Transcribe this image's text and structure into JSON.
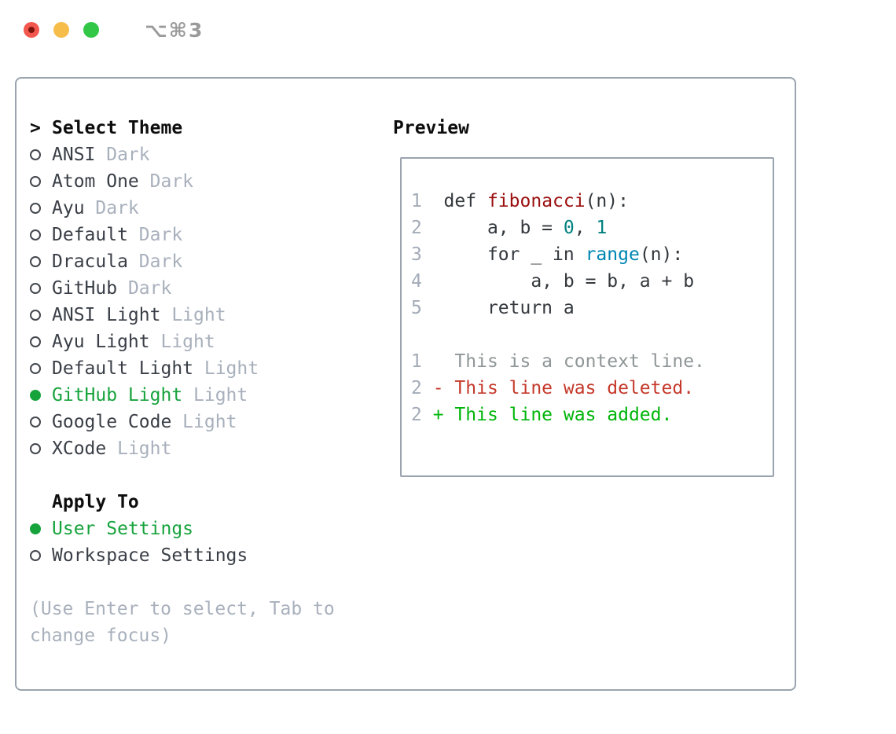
{
  "titlebar": {
    "title": "⌥⌘3",
    "traffic_lights": [
      "close",
      "minimize",
      "zoom"
    ]
  },
  "theme_list": {
    "header_marker": ">",
    "header": "Select Theme",
    "items": [
      {
        "name": "ANSI",
        "variant": "Dark",
        "selected": false
      },
      {
        "name": "Atom One",
        "variant": "Dark",
        "selected": false
      },
      {
        "name": "Ayu",
        "variant": "Dark",
        "selected": false
      },
      {
        "name": "Default",
        "variant": "Dark",
        "selected": false
      },
      {
        "name": "Dracula",
        "variant": "Dark",
        "selected": false
      },
      {
        "name": "GitHub",
        "variant": "Dark",
        "selected": false
      },
      {
        "name": "ANSI Light",
        "variant": "Light",
        "selected": false
      },
      {
        "name": "Ayu Light",
        "variant": "Light",
        "selected": false
      },
      {
        "name": "Default Light",
        "variant": "Light",
        "selected": false
      },
      {
        "name": "GitHub Light",
        "variant": "Light",
        "selected": true
      },
      {
        "name": "Google Code",
        "variant": "Light",
        "selected": false
      },
      {
        "name": "XCode",
        "variant": "Light",
        "selected": false
      }
    ]
  },
  "apply_to": {
    "header": "Apply To",
    "options": [
      {
        "name": "User Settings",
        "selected": true
      },
      {
        "name": "Workspace Settings",
        "selected": false
      }
    ]
  },
  "hint": "(Use Enter to select, Tab to change focus)",
  "preview": {
    "header": "Preview",
    "lines": [
      {
        "kind": "code",
        "segs": [
          [
            "1",
            "ln"
          ],
          [
            "  def ",
            "code"
          ],
          [
            "fibonacci",
            "title"
          ],
          [
            "(n):",
            "code"
          ]
        ]
      },
      {
        "kind": "code",
        "segs": [
          [
            "2",
            "ln"
          ],
          [
            "      a, b = ",
            "code"
          ],
          [
            "0",
            "num"
          ],
          [
            ", ",
            "code"
          ],
          [
            "1",
            "num"
          ]
        ]
      },
      {
        "kind": "code",
        "segs": [
          [
            "3",
            "ln"
          ],
          [
            "      for _ in ",
            "code"
          ],
          [
            "range",
            "builtin"
          ],
          [
            "(n):",
            "code"
          ]
        ]
      },
      {
        "kind": "code",
        "segs": [
          [
            "4",
            "ln"
          ],
          [
            "          a, b = b, a + b",
            "code"
          ]
        ]
      },
      {
        "kind": "code",
        "segs": [
          [
            "5",
            "ln"
          ],
          [
            "      return a",
            "code"
          ]
        ]
      },
      {
        "kind": "blank",
        "segs": []
      },
      {
        "kind": "diff-context",
        "segs": [
          [
            "1",
            "ln"
          ],
          [
            "   This is a context line.",
            "ctx"
          ]
        ]
      },
      {
        "kind": "diff-deleted",
        "segs": [
          [
            "2",
            "ln"
          ],
          [
            " - This line was deleted.",
            "del"
          ]
        ]
      },
      {
        "kind": "diff-added",
        "segs": [
          [
            "2",
            "ln"
          ],
          [
            " + This line was added.",
            "add"
          ]
        ]
      }
    ]
  },
  "colors": {
    "panel_border": "#9aa3ae",
    "selection_green": "#16a33c",
    "item_text": "#393e46",
    "muted_text": "#a8b0bc",
    "line_number": "#a3abb8",
    "code_default": "#33383d",
    "code_function": "#9b0f0f",
    "code_number": "#008080",
    "code_builtin": "#0086b3",
    "diff_context": "#8f9697",
    "diff_deleted": "#c5392b",
    "diff_added": "#00b50a",
    "traffic_red": "#f2584e",
    "traffic_yellow": "#f7bd4b",
    "traffic_green": "#33c748",
    "titlebar_text": "#9a9a9a"
  }
}
